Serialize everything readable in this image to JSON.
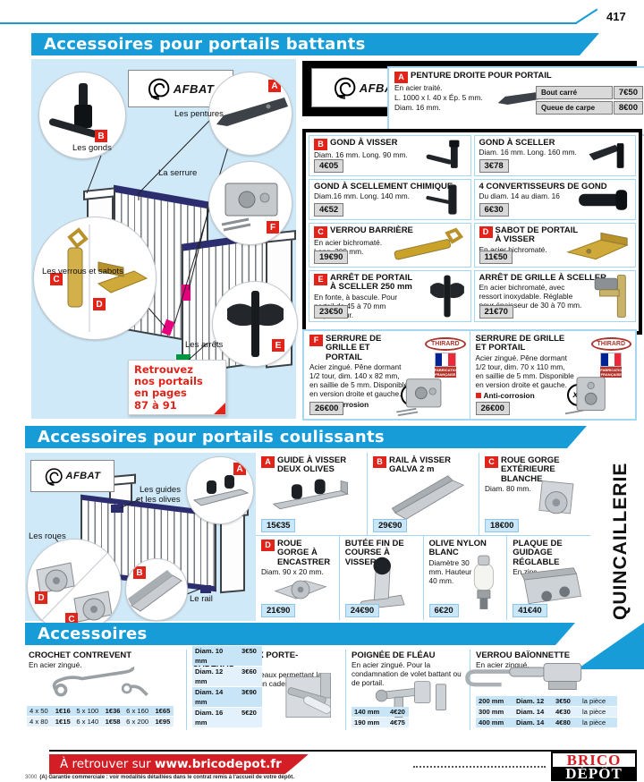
{
  "page": {
    "number": "417",
    "vertical_tab": "QUINCAILLERIE"
  },
  "brand": {
    "name": "AFBAT"
  },
  "battants": {
    "title": "Accessoires pour portails battants",
    "diagram": {
      "labels": {
        "pentures": "Les pentures",
        "gonds": "Les gonds",
        "serrure": "La serrure",
        "verrous": "Les verrous et sabots",
        "arrets": "Les arrêts"
      },
      "badges": {
        "a": "A",
        "b": "B",
        "c": "C",
        "d": "D",
        "e": "E",
        "f": "F"
      },
      "note": {
        "l1": "Retrouvez",
        "l2": "nos portails",
        "l3": "en pages",
        "l4": "87 à 91"
      }
    },
    "penture": {
      "badge": "A",
      "name": "PENTURE DROITE POUR PORTAIL",
      "d1": "En acier traité.",
      "d2": "L. 1000 x l. 40 x Ép. 5 mm.",
      "d3": "Diam. 16 mm.",
      "rows": [
        {
          "label": "Bout carré",
          "price": "7€50"
        },
        {
          "label": "Queue de carpe",
          "price": "8€00"
        }
      ]
    },
    "grid": [
      {
        "badge": "B",
        "name": "GOND À VISSER",
        "desc": "Diam. 16 mm. Long. 90 mm.",
        "price": "4€05"
      },
      {
        "name": "GOND À SCELLER",
        "desc": "Diam. 16 mm. Long. 160 mm.",
        "price": "3€78"
      },
      {
        "name": "GOND À SCELLEMENT CHIMIQUE",
        "desc": "Diam.16 mm. Long. 140 mm.",
        "price": "4€52"
      },
      {
        "name": "4 CONVERTISSEURS DE GOND",
        "desc": "Du diam. 14 au diam. 16 mm.",
        "price": "6€30"
      },
      {
        "badge": "C",
        "name": "VERROU BARRIÈRE",
        "desc": "En acier bichromaté. Long. 300 mm.",
        "price": "19€90"
      },
      {
        "badge": "D",
        "name": "SABOT DE PORTAIL À VISSER",
        "desc": "En acier bichromaté.",
        "price": "11€50"
      },
      {
        "badge": "E",
        "name": "ARRÊT DE PORTAIL À SCELLER 250 mm",
        "desc": "En fonte, à bascule. Pour portail de 45 à 70 mm d'épaisseur.",
        "price": "23€50"
      },
      {
        "name": "ARRÊT DE GRILLE À SCELLER",
        "desc": "En acier bichromaté, avec ressort inoxydable. Réglable pour épaisseur de 30 à 70 mm.",
        "price": "21€70"
      }
    ],
    "serrures": [
      {
        "badge": "F",
        "name": "SERRURE DE GRILLE ET PORTAIL",
        "desc": "Acier zingué. Pêne dormant 1/2 tour, dim. 140 x 82 mm, en saillie de 5 mm. Disponible en version droite et gauche.",
        "feature": "Anti-corrosion",
        "qty": "x2",
        "price": "26€00",
        "brand": "THIRARD",
        "flag": "FABRICATION FRANÇAISE"
      },
      {
        "name": "SERRURE DE GRILLE ET PORTAIL",
        "desc": "Acier zingué. Pêne dormant 1/2 tour, dim. 70 x 110 mm, en saillie de 5 mm. Disponible en version droite et gauche.",
        "feature": "Anti-corrosion",
        "qty": "x2",
        "price": "26€00",
        "brand": "THIRARD",
        "flag": "FABRICATION FRANÇAISE"
      }
    ]
  },
  "coulissants": {
    "title": "Accessoires pour portails coulissants",
    "diagram": {
      "labels": {
        "guides1": "Les guides",
        "guides2": "et les olives",
        "roues": "Les roues",
        "rail": "Le rail"
      },
      "badges": {
        "a": "A",
        "b": "B",
        "c": "C",
        "d": "D"
      }
    },
    "row1": [
      {
        "badge": "A",
        "name": "GUIDE À VISSER DEUX OLIVES",
        "price": "15€35"
      },
      {
        "badge": "B",
        "name": "RAIL À VISSER GALVA 2 m",
        "price": "29€90"
      },
      {
        "badge": "C",
        "name": "ROUE GORGE EXTÉRIEURE BLANCHE",
        "desc": "Diam. 80 mm.",
        "price": "18€00"
      }
    ],
    "row2": [
      {
        "badge": "D",
        "name": "ROUE GORGE À ENCASTRER",
        "desc": "Diam. 90 x 20 mm.",
        "price": "21€90"
      },
      {
        "name": "BUTÉE FIN DE COURSE À VISSER",
        "price": "24€90"
      },
      {
        "name": "OLIVE NYLON BLANC",
        "desc": "Diamètre 30 mm. Hauteur 40 mm.",
        "price": "6€20"
      },
      {
        "name": "PLAQUE DE GUIDAGE RÉGLABLE",
        "desc": "En zinc.",
        "price": "41€40"
      }
    ]
  },
  "accessoires": {
    "title": "Accessoires",
    "crochet": {
      "name": "CROCHET CONTREVENT",
      "desc": "En acier zingué.",
      "rows": [
        [
          "4 x 50",
          "1€16",
          "5 x 100",
          "1€36",
          "6 x 160",
          "1€65"
        ],
        [
          "4 x 80",
          "1€15",
          "6 x 140",
          "1€58",
          "6 x 200",
          "1€95"
        ]
      ]
    },
    "verrou_box": {
      "name": "VERROU DE BOX PORTE-CADENAS",
      "desc": "En acier zingué. Anneaux permettant la condamnation avec un cadenas.",
      "rows": [
        [
          "Diam. 10 mm",
          "3€50"
        ],
        [
          "Diam. 12 mm",
          "3€60"
        ],
        [
          "Diam. 14 mm",
          "3€90"
        ],
        [
          "Diam. 16 mm",
          "5€20"
        ]
      ]
    },
    "poignee": {
      "name": "POIGNÉE DE FLÉAU",
      "desc": "En acier zingué. Pour la condamnation de volet battant ou de portail.",
      "rows": [
        [
          "140 mm",
          "4€20"
        ],
        [
          "190 mm",
          "4€75"
        ]
      ]
    },
    "baionnette": {
      "name": "VERROU BAÏONNETTE",
      "desc": "En acier zingué.",
      "rows": [
        [
          "200 mm",
          "Diam. 12",
          "3€50",
          "la pièce"
        ],
        [
          "300 mm",
          "Diam. 14",
          "4€30",
          "la pièce"
        ],
        [
          "400 mm",
          "Diam. 14",
          "4€80",
          "la pièce"
        ]
      ]
    }
  },
  "footer": {
    "banner_prefix": "À retrouver sur ",
    "banner_url": "www.bricodepot.fr",
    "code": "3000",
    "legal": "(A) Garantie commerciale : voir modalités détaillées dans le contrat remis à l'accueil de votre dépôt.",
    "logo_line1": "BRICO",
    "logo_line2": "DÉPÔT"
  }
}
